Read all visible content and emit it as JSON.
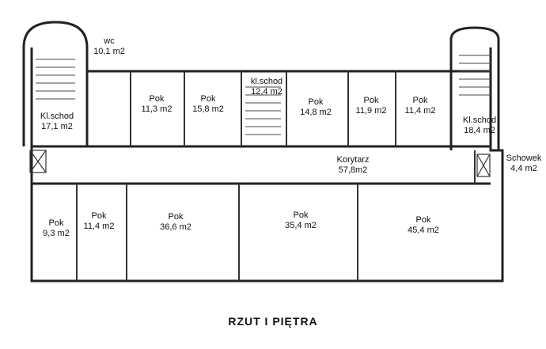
{
  "title": "RZUT I PIĘTRA",
  "rooms": [
    {
      "id": "wc",
      "name": "wc",
      "area": "10,1 m2"
    },
    {
      "id": "stair-left",
      "name": "Kl.schod",
      "area": "17,1 m2"
    },
    {
      "id": "pok-11-3",
      "name": "Pok",
      "area": "11,3 m2"
    },
    {
      "id": "pok-15-8",
      "name": "Pok",
      "area": "15,8 m2"
    },
    {
      "id": "stair-center",
      "name": "kl.schod",
      "area": "12,4 m2"
    },
    {
      "id": "pok-14-8",
      "name": "Pok",
      "area": "14,8 m2"
    },
    {
      "id": "pok-11-9",
      "name": "Pok",
      "area": "11,9 m2"
    },
    {
      "id": "pok-11-4-top",
      "name": "Pok",
      "area": "11,4 m2"
    },
    {
      "id": "stair-right",
      "name": "Kl.schod",
      "area": "18,4 m2"
    },
    {
      "id": "korytarz",
      "name": "Korytarz",
      "area": "57,8m2"
    },
    {
      "id": "schowek",
      "name": "Schowek",
      "area": "4,4 m2"
    },
    {
      "id": "pok-9-3",
      "name": "Pok",
      "area": "9,3 m2"
    },
    {
      "id": "pok-11-4-bottom",
      "name": "Pok",
      "area": "11,4 m2"
    },
    {
      "id": "pok-36-6",
      "name": "Pok",
      "area": "36,6 m2"
    },
    {
      "id": "pok-35-4",
      "name": "Pok",
      "area": "35,4 m2"
    },
    {
      "id": "pok-45-4",
      "name": "Pok",
      "area": "45,4 m2"
    }
  ]
}
